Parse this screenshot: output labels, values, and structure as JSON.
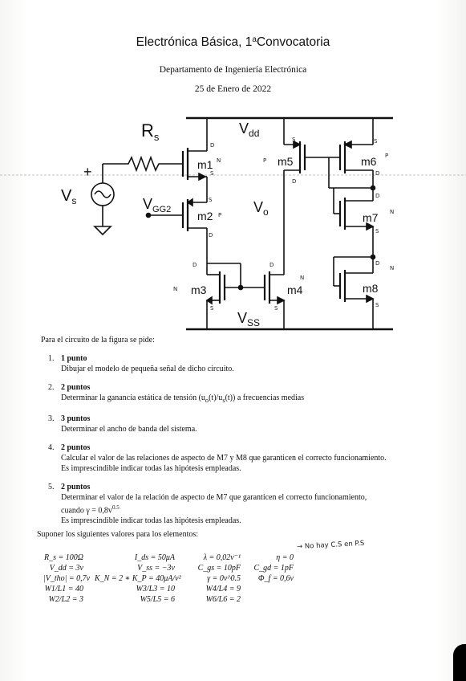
{
  "header": {
    "title_main": "Electrónica Básica, 1",
    "title_sup": "a",
    "title_rest": "Convocatoria",
    "department": "Departamento de Ingeniería Electrónica",
    "date": "25 de Enero de 2022"
  },
  "circuit": {
    "labels": {
      "rs": "R",
      "rs_sub": "s",
      "vdd": "V",
      "vdd_sub": "dd",
      "vs": "V",
      "vs_sub": "s",
      "plus": "+",
      "vgg2": "V",
      "vgg2_sub": "GG2",
      "vo": "V",
      "vo_sub": "o",
      "vss": "V",
      "vss_sub": "SS",
      "m1": "m1",
      "m2": "m2",
      "m3": "m3",
      "m4": "m4",
      "m5": "m5",
      "m6": "m6",
      "m7": "m7",
      "m8": "m8"
    },
    "annotations": {
      "m1_d": "D",
      "m1_s": "S",
      "m1_type": "N",
      "m2_s": "S",
      "m2_d": "D",
      "m2_type": "P",
      "m3_d": "D",
      "m3_s": "S",
      "m3_type": "N",
      "m4_d": "D",
      "m4_s": "S",
      "m4_type": "N",
      "m5_s": "S",
      "m5_d": "D",
      "m5_type": "P",
      "m6_s": "S",
      "m6_d": "D",
      "m6_type": "P",
      "m7_d": "D",
      "m7_s": "S",
      "m7_type": "N",
      "m8_d": "D",
      "m8_s": "S",
      "m8_type": "N"
    }
  },
  "intro": "Para el circuito de la figura se pide:",
  "questions": [
    {
      "num": "1.",
      "points": "1 punto",
      "text": "Dibujar el modelo de pequeña señal de dicho circuito."
    },
    {
      "num": "2.",
      "points": "2 puntos",
      "text": "Determinar la ganancia estática de tensión (u",
      "text_o": "o",
      "text_mid": "(t)/u",
      "text_s": "s",
      "text_end": "(t)) a frecuencias medias"
    },
    {
      "num": "3.",
      "points": "3 puntos",
      "text": "Determinar el ancho de banda del sistema."
    },
    {
      "num": "4.",
      "points": "2 puntos",
      "text": "Calcular el valor de las relaciones de aspecto de M7 y M8 que garanticen el correcto funcionamiento.",
      "text2": "Es imprescindible indicar todas las hipótesis empleadas."
    },
    {
      "num": "5.",
      "points": "2 puntos",
      "text": "Determinar el valor de la relación de aspecto de M7 que garanticen el correcto funcionamiento,",
      "text_gamma": "cuando γ = 0,8v",
      "text_gamma_sup": "0.5",
      "text2": "Es imprescindible indicar todas las hipótesis empleadas."
    }
  ],
  "suppose": "Suponer los siguientes valores para los elementos:",
  "values": {
    "col1": [
      "R_s = 100Ω",
      "V_dd = 3v",
      "|V_tho| = 0,7v",
      "W1/L1 = 40",
      "W2/L2 = 3"
    ],
    "col2": [
      "I_ds = 50μA",
      "V_ss = −3v",
      "K_N = 2 ∗ K_P = 40μA/v²",
      "W3/L3 = 10",
      "W5/L5 = 6"
    ],
    "col3": [
      "λ = 0,02v⁻¹",
      "C_gs = 10pF",
      "γ = 0v^0.5",
      "W4/L4 = 9",
      "W6/L6 = 2"
    ],
    "col4": [
      "η = 0",
      "C_gd = 1pF",
      "Φ_f = 0,6v"
    ]
  },
  "handnote": "→ No hay C.S en P.S"
}
